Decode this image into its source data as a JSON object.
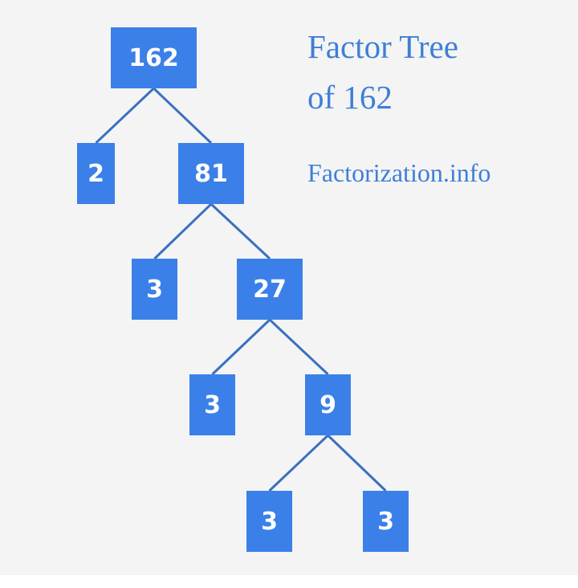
{
  "diagram": {
    "title_line_1": "Factor Tree",
    "title_line_2": "of 162",
    "site": "Factorization.info",
    "node_color": "#3b80e8",
    "text_color": "#3e7fd6",
    "edge_color": "#3b70c0",
    "nodes": [
      {
        "id": "n162",
        "label": "162"
      },
      {
        "id": "n2",
        "label": "2"
      },
      {
        "id": "n81",
        "label": "81"
      },
      {
        "id": "n3a",
        "label": "3"
      },
      {
        "id": "n27",
        "label": "27"
      },
      {
        "id": "n3b",
        "label": "3"
      },
      {
        "id": "n9",
        "label": "9"
      },
      {
        "id": "n3c",
        "label": "3"
      },
      {
        "id": "n3d",
        "label": "3"
      }
    ],
    "edges": [
      {
        "from": "n162",
        "to": "n2"
      },
      {
        "from": "n162",
        "to": "n81"
      },
      {
        "from": "n81",
        "to": "n3a"
      },
      {
        "from": "n81",
        "to": "n27"
      },
      {
        "from": "n27",
        "to": "n3b"
      },
      {
        "from": "n27",
        "to": "n9"
      },
      {
        "from": "n9",
        "to": "n3c"
      },
      {
        "from": "n9",
        "to": "n3d"
      }
    ]
  }
}
